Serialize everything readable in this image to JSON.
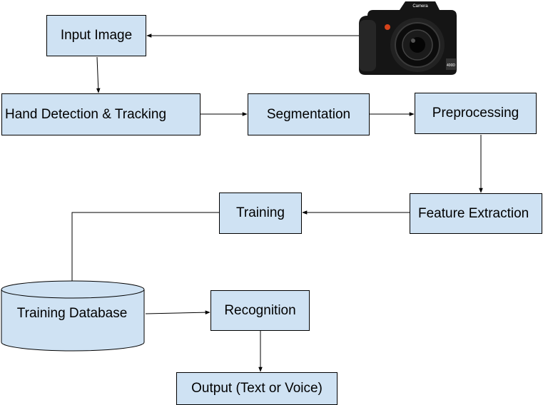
{
  "nodes": {
    "input_image": "Input Image",
    "hand_detection": "Hand Detection & Tracking",
    "segmentation": "Segmentation",
    "preprocessing": "Preprocessing",
    "feature_extraction": "Feature Extraction",
    "training": "Training",
    "training_database": "Training Database",
    "recognition": "Recognition",
    "output": "Output (Text or Voice)"
  },
  "camera": {
    "icon": "camera-icon",
    "brand_label": "Camera",
    "model_label": "400D"
  },
  "colors": {
    "box_fill": "#cfe2f3",
    "stroke": "#000000"
  }
}
